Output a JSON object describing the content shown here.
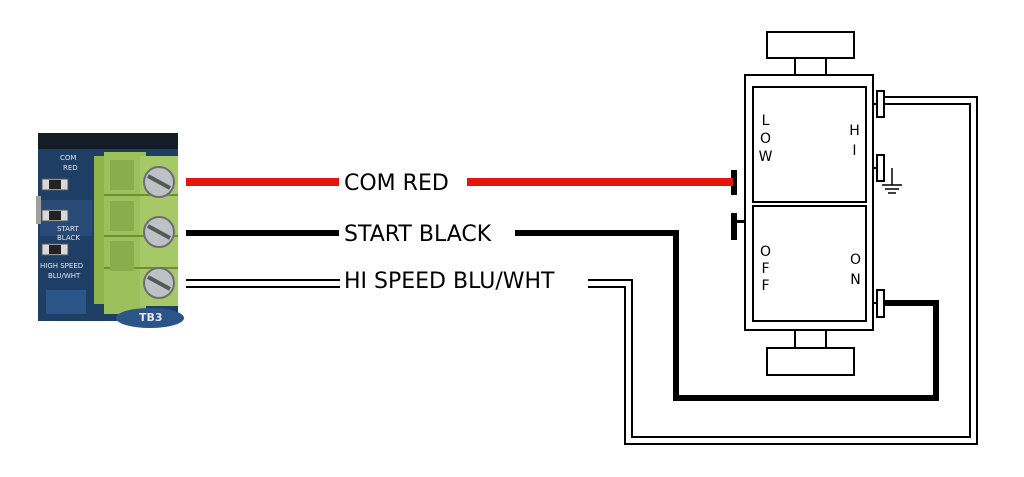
{
  "board": {
    "silkscreen": [
      "COM",
      "RED",
      "START",
      "BLACK",
      "HIGH SPEED",
      "BLU/WHT"
    ],
    "terminal_block": "TB3"
  },
  "wires": {
    "com": {
      "label": "COM RED",
      "color": "#e8130c"
    },
    "start": {
      "label": "START BLACK",
      "color": "#000000"
    },
    "hi_speed": {
      "label": "HI SPEED BLU/WHT",
      "color": "#000000"
    }
  },
  "switch": {
    "top": {
      "left": "LOW",
      "right": "HI"
    },
    "bottom": {
      "left": "OFF",
      "right": "ON"
    }
  }
}
